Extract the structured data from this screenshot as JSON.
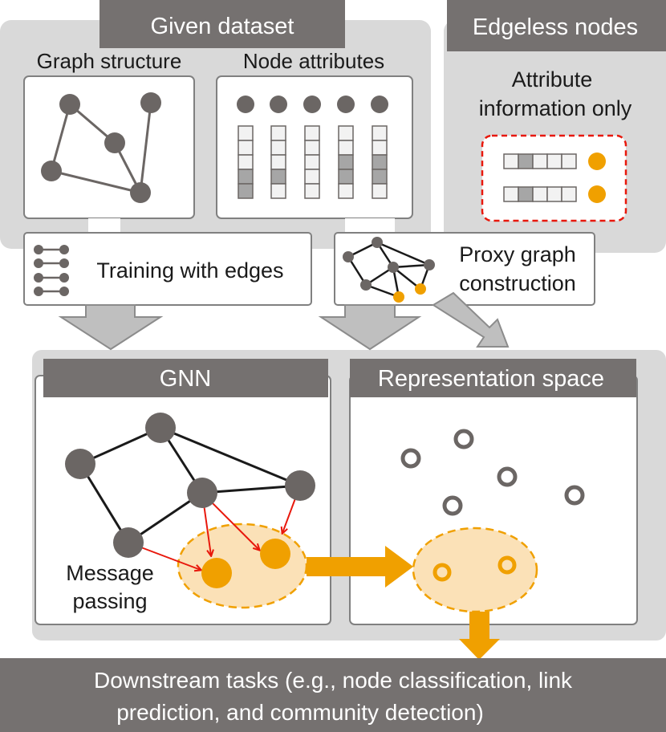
{
  "top": {
    "given_dataset_title": "Given dataset",
    "graph_structure_label": "Graph structure",
    "node_attributes_label": "Node attributes",
    "edgeless_title": "Edgeless nodes",
    "attribute_only_line1": "Attribute",
    "attribute_only_line2": "information only"
  },
  "middle": {
    "training_label": "Training with edges",
    "proxy_line1": "Proxy graph",
    "proxy_line2": "construction"
  },
  "gnn": {
    "title": "GNN",
    "message_line1": "Message",
    "message_line2": "passing"
  },
  "representation": {
    "title": "Representation space"
  },
  "downstream": {
    "line1": "Downstream tasks (e.g., node classification, link",
    "line2": "prediction, and community detection)"
  },
  "colors": {
    "banner": "#757170",
    "panel_bg": "#d9d9d9",
    "node_gray": "#6b6664",
    "orange": "#f0a000",
    "orange_light": "#fbe1b7",
    "red": "#e8180c"
  }
}
